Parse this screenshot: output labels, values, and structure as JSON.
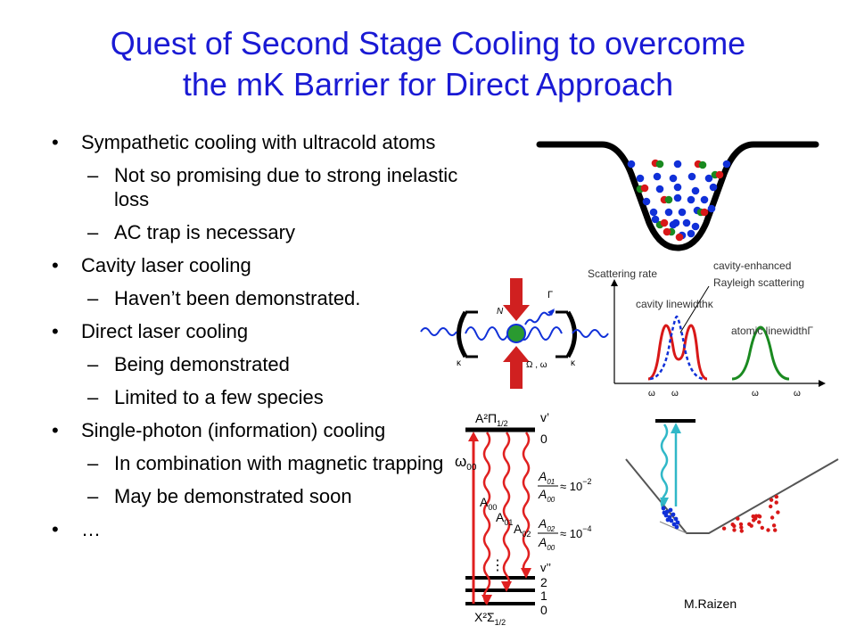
{
  "slide": {
    "title_line1": "Quest of Second Stage Cooling to overcome",
    "title_line2": "the mK Barrier for Direct Approach"
  },
  "bullets": [
    {
      "text": "Sympathetic cooling with ultracold atoms",
      "subs": [
        "Not so promising due to strong inelastic loss",
        "AC trap is necessary"
      ]
    },
    {
      "text": "Cavity laser cooling",
      "subs": [
        "Haven’t been demonstrated."
      ]
    },
    {
      "text": "Direct laser cooling",
      "subs": [
        "Being demonstrated",
        "Limited to a few species"
      ]
    },
    {
      "text": "Single-photon (information) cooling",
      "subs": [
        "In combination with magnetic trapping",
        "May be demonstrated soon"
      ]
    },
    {
      "text": "…",
      "subs": []
    }
  ],
  "cavity": {
    "n_label": "N",
    "gamma_label": "Γ",
    "kappa_left": "κ",
    "kappa_right": "κ",
    "omega_label": "Ω , ω"
  },
  "scattering_plot": {
    "ylabel": "Scattering rate",
    "cavity_linewidth": "cavity linewidthκ",
    "enhanced_line1": "cavity-enhanced",
    "enhanced_line2": "Rayleigh scattering",
    "atomic_linewidth": "atomic linewidthΓ",
    "x_tick_1": "ω",
    "x_tick_2": "ω",
    "x_tick_3": "ω",
    "x_tick_4": "ω"
  },
  "level_diagram": {
    "upper_state": "A²Π",
    "upper_sub": "1/2",
    "lower_state": "X²Σ",
    "lower_sub": "1/2",
    "v_prime": "v’",
    "v_prime_0": "0",
    "v_dprime": "v’’",
    "v_dprime_2": "2",
    "v_dprime_1": "1",
    "v_dprime_0": "0",
    "omega00": "ω",
    "omega00_sub": "00",
    "a00": "A",
    "a00_sub": "00",
    "a01": "A",
    "a01_sub": "01",
    "a02": "A",
    "a02_sub": "02",
    "ratio1_num": "A",
    "ratio1_num_sub": "01",
    "ratio1_den": "A",
    "ratio1_den_sub": "00",
    "ratio1_value": "≈ 10",
    "ratio1_exp": "−2",
    "ratio2_num": "A",
    "ratio2_num_sub": "02",
    "ratio2_den": "A",
    "ratio2_den_sub": "00",
    "ratio2_value": "≈ 10",
    "ratio2_exp": "−4",
    "ellipsis": "⋮"
  },
  "raizen": {
    "credit": "M.Raizen"
  },
  "colors": {
    "title": "#1a1ad4",
    "atom_blue": "#1030d8",
    "atom_green": "#1a8a20",
    "atom_red": "#d81818",
    "wave_red": "#e02020",
    "wave_cyan": "#30b8c8",
    "arrow_red": "#d02020"
  }
}
